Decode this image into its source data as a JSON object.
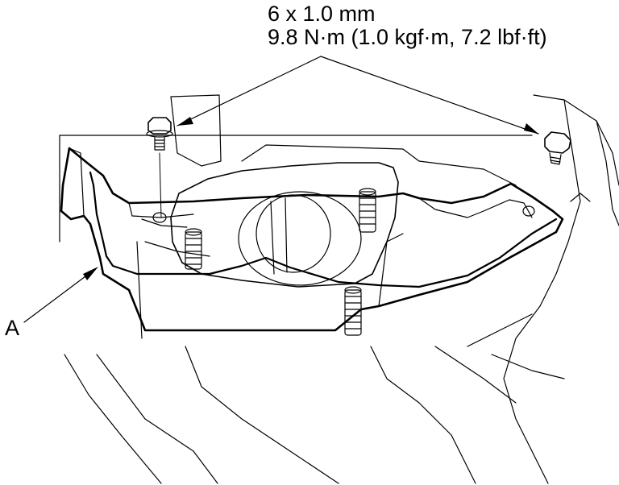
{
  "bolt_spec": {
    "size": "6 x 1.0 mm",
    "torque": "9.8 N·m (1.0 kgf·m, 7.2 lbf·ft)"
  },
  "callouts": {
    "a": "A"
  },
  "parts": {
    "bolt_icon": "hex-flange-bolt-icon",
    "stud_icon": "threaded-stud-icon"
  }
}
